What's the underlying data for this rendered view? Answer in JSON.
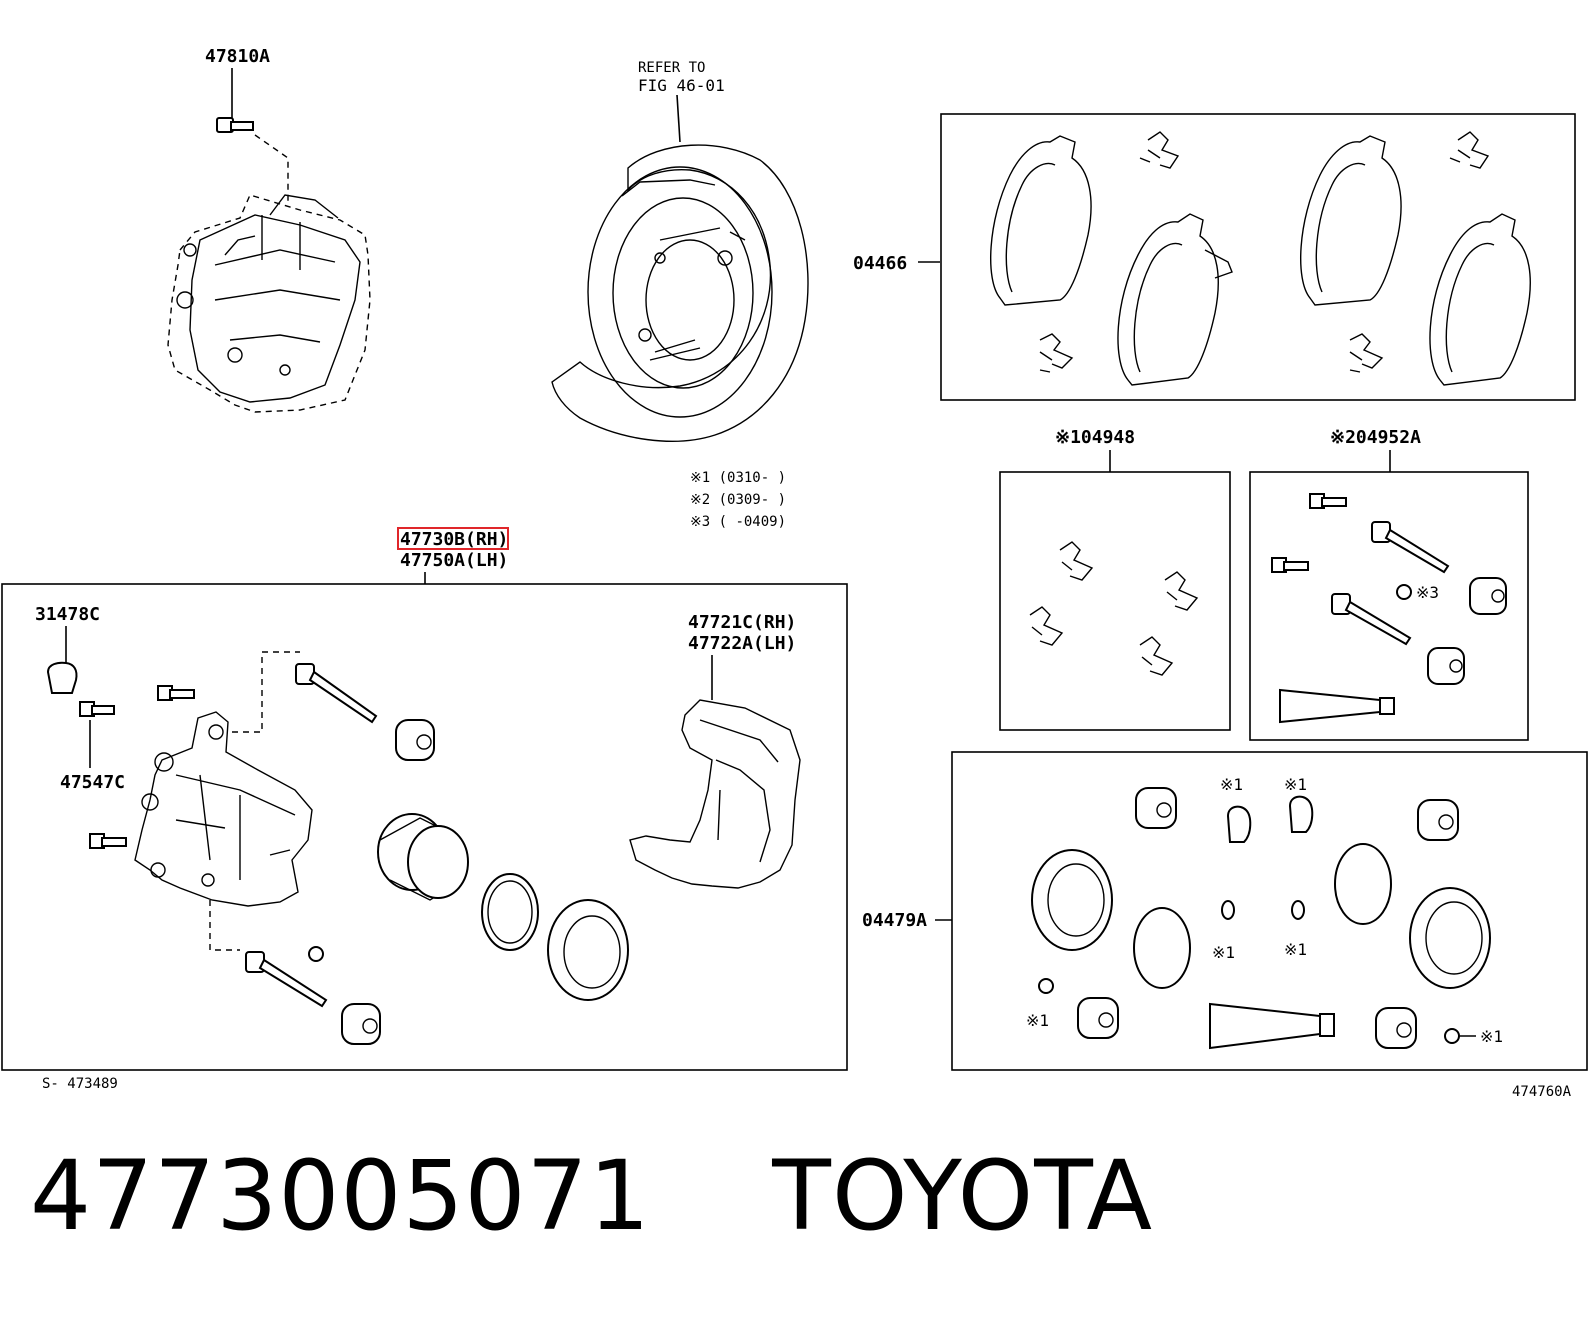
{
  "callouts": {
    "top_bolt": "47810A",
    "refer_line1": "REFER TO",
    "refer_line2": "FIG 46-01",
    "pads_kit": "04466",
    "kit1": "※104948",
    "kit2": "※204952A",
    "note1": "※1 (0310-     )",
    "note2": "※2 (0309-     )",
    "note3": "※3 (     -0409)",
    "caliper_rh": "47730B(RH)",
    "caliper_lh": "47750A(LH)",
    "bleeder_cap": "31478C",
    "bleeder_plug": "47547C",
    "mounting_rh": "47721C(RH)",
    "mounting_lh": "47722A(LH)",
    "seal_kit": "04479A",
    "sym1": "※1",
    "sym3": "※3",
    "left_code": "S- 473489",
    "right_code": "474760A"
  },
  "caption": {
    "part_number": "4773005071",
    "brand": "TOYOTA"
  },
  "highlight_color": "#e0262a"
}
